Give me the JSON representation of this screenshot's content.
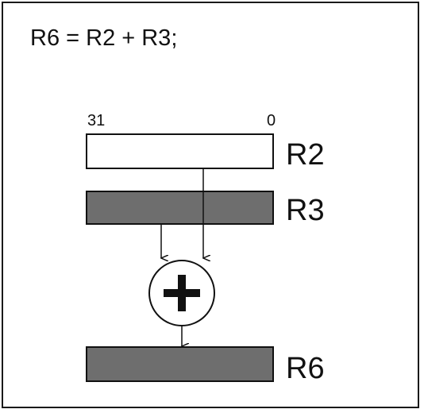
{
  "equation": "R6 = R2 + R3;",
  "bit_labels": {
    "high": "31",
    "low": "0"
  },
  "registers": [
    {
      "id": "R2",
      "label": "R2",
      "fill": "#ffffff"
    },
    {
      "id": "R3",
      "label": "R3",
      "fill": "#6e6e6e"
    },
    {
      "id": "R6",
      "label": "R6",
      "fill": "#6e6e6e"
    }
  ],
  "operator": {
    "symbol": "+",
    "name": "adder"
  },
  "colors": {
    "stroke": "#111111",
    "shaded_register": "#6e6e6e",
    "background": "#ffffff"
  }
}
